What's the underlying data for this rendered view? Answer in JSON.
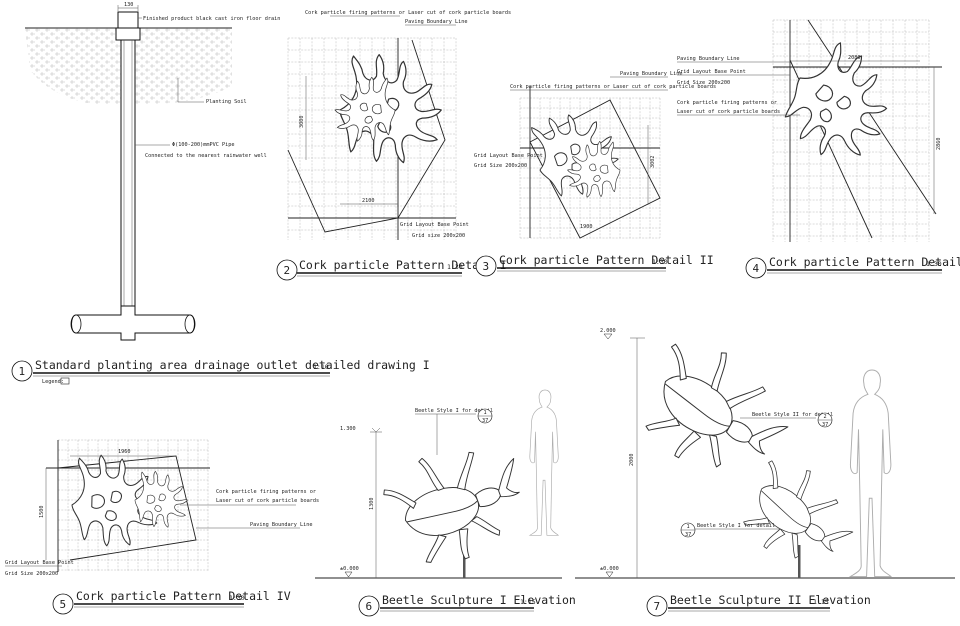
{
  "drainage": {
    "dim_top": "130",
    "label_drain": "Finished product black cast iron floor drain",
    "label_soil": "Planting Soil",
    "label_pipe": "Φ(100-200)mmPVC Pipe",
    "label_pipe2": "Connected to the nearest rainwater well",
    "num": "1",
    "title": "Standard planting area drainage outlet detailed drawing I",
    "scale": "1:10",
    "legend": "Legend:"
  },
  "detail2": {
    "label_cork1": "Cork particle firing patterns or Laser cut of cork particle boards",
    "label_paving": "Paving Boundary Line",
    "dim_v": "3000",
    "dim_h": "2100",
    "label_base": "Grid Layout Base Point",
    "label_grid": "Grid size 200x200",
    "num": "2",
    "title": "Cork particle Pattern Detail I",
    "scale": "1:30"
  },
  "detail3": {
    "label_paving": "Paving Boundary Line",
    "label_cork": "Cork particle firing patterns or Laser cut of cork particle boards",
    "label_base": "Grid Layout Base Point",
    "label_grid": "Grid Size 200x200",
    "dim_v": "3002",
    "dim_h": "1900",
    "num": "3",
    "title": "Cork particle Pattern Detail II",
    "scale": "1:30"
  },
  "detail4": {
    "label_paving": "Paving Boundary Line",
    "label_base": "Grid Layout Base Point",
    "label_grid": "Grid Size 200x200",
    "label_cork1": "Cork particle firing patterns or",
    "label_cork2": "Laser cut of cork particle boards",
    "dim_h": "2080",
    "dim_v": "2860",
    "num": "4",
    "title": "Cork particle Pattern Detail III",
    "scale": "1:30"
  },
  "detail5": {
    "dim_h": "1960",
    "dim_v": "1500",
    "label_cork1": "Cork particle firing patterns or",
    "label_cork2": "Laser cut of cork particle boards",
    "label_paving": "Paving Boundary Line",
    "label_base": "Grid Layout Base Point",
    "label_grid": "Grid Size 200x200",
    "num": "5",
    "title": "Cork particle Pattern Detail IV",
    "scale": "1:30"
  },
  "detail6": {
    "level_top": "1.300",
    "level_zero": "±0.000",
    "dim_v": "1300",
    "label_ref": "Beetle Style I for detail",
    "ref_num": "1",
    "ref_sheet": "37",
    "num": "6",
    "title": "Beetle Sculpture I Elevation",
    "scale": "1:15"
  },
  "detail7": {
    "level_top": "2.000",
    "level_zero": "±0.000",
    "dim_v": "2000",
    "label_ref2": "Beetle Style II for detail",
    "ref2_num": "2",
    "ref2_sheet": "37",
    "label_ref1": "Beetle Style I for detail",
    "ref1_num": "1",
    "ref1_sheet": "37",
    "num": "7",
    "title": "Beetle Sculpture II Elevation",
    "scale": "1:15"
  }
}
